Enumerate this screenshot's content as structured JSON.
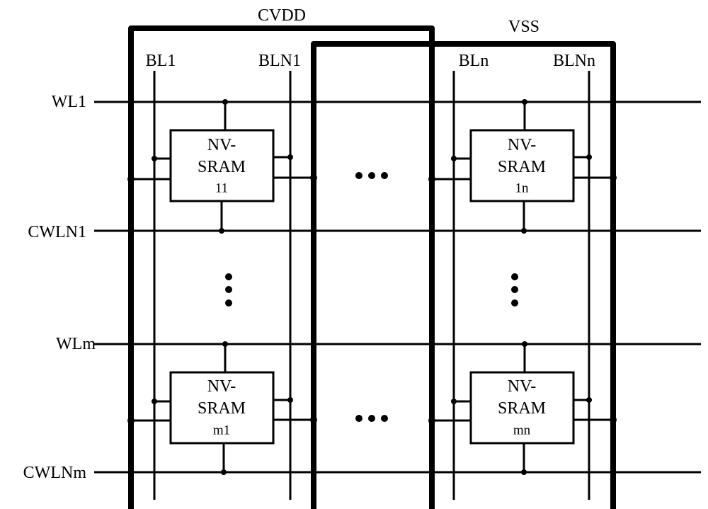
{
  "rails": {
    "cvdd_label": "CVDD",
    "vss_label": "VSS"
  },
  "bitlines": {
    "bl1": "BL1",
    "bln1": "BLN1",
    "bln": "BLn",
    "blnn": "BLNn"
  },
  "rows": {
    "wl1": "WL1",
    "cwln1": "CWLN1",
    "wlm": "WLm",
    "cwlnm": "CWLNm"
  },
  "cells": {
    "c11": {
      "line1": "NV-",
      "line2": "SRAM",
      "line3": "11"
    },
    "c1n": {
      "line1": "NV-",
      "line2": "SRAM",
      "line3": "1n"
    },
    "cm1": {
      "line1": "NV-",
      "line2": "SRAM",
      "line3": "m1"
    },
    "cmn": {
      "line1": "NV-",
      "line2": "SRAM",
      "line3": "mn"
    }
  }
}
